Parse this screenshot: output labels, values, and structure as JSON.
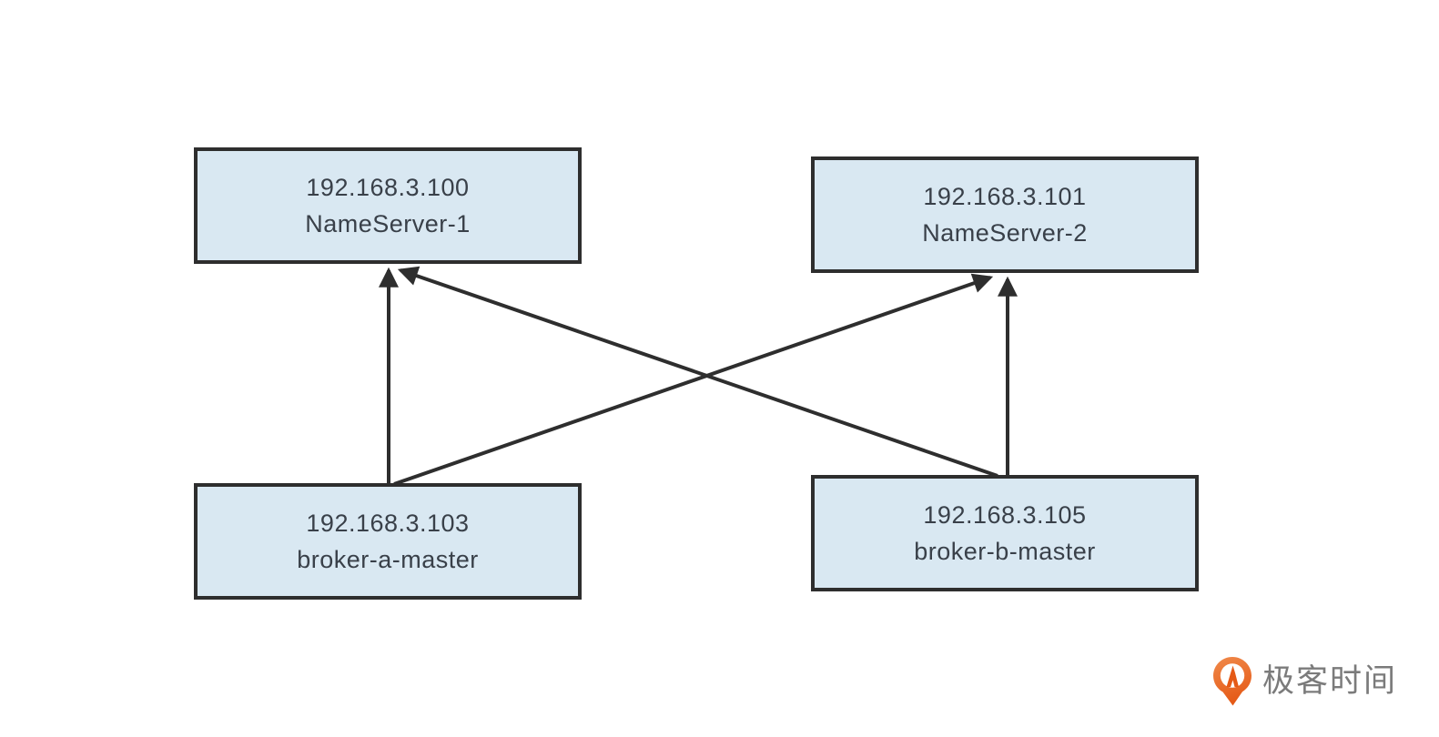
{
  "diagram": {
    "title_hint": "RocketMQ brokers registering to NameServers",
    "nodes": [
      {
        "id": "nameserver-1",
        "ip": "192.168.3.100",
        "label": "NameServer-1"
      },
      {
        "id": "nameserver-2",
        "ip": "192.168.3.101",
        "label": "NameServer-2"
      },
      {
        "id": "broker-a-master",
        "ip": "192.168.3.103",
        "label": "broker-a-master"
      },
      {
        "id": "broker-b-master",
        "ip": "192.168.3.105",
        "label": "broker-b-master"
      }
    ],
    "edges": [
      {
        "from": "broker-a-master",
        "to": "nameserver-1",
        "arrow": "to"
      },
      {
        "from": "broker-a-master",
        "to": "nameserver-2",
        "arrow": "to"
      },
      {
        "from": "broker-b-master",
        "to": "nameserver-1",
        "arrow": "to"
      },
      {
        "from": "broker-b-master",
        "to": "nameserver-2",
        "arrow": "to"
      }
    ],
    "colors": {
      "node_fill": "#d9e8f2",
      "node_border": "#2e2e2e",
      "arrow": "#2e2e2e",
      "node_text": "#394049",
      "background": "#ffffff"
    }
  },
  "branding": {
    "logo_text": "极客时间",
    "logo_orange": "#ec6c28",
    "logo_orange_light": "#f08a4b",
    "logo_text_color": "#7b7b7b"
  }
}
